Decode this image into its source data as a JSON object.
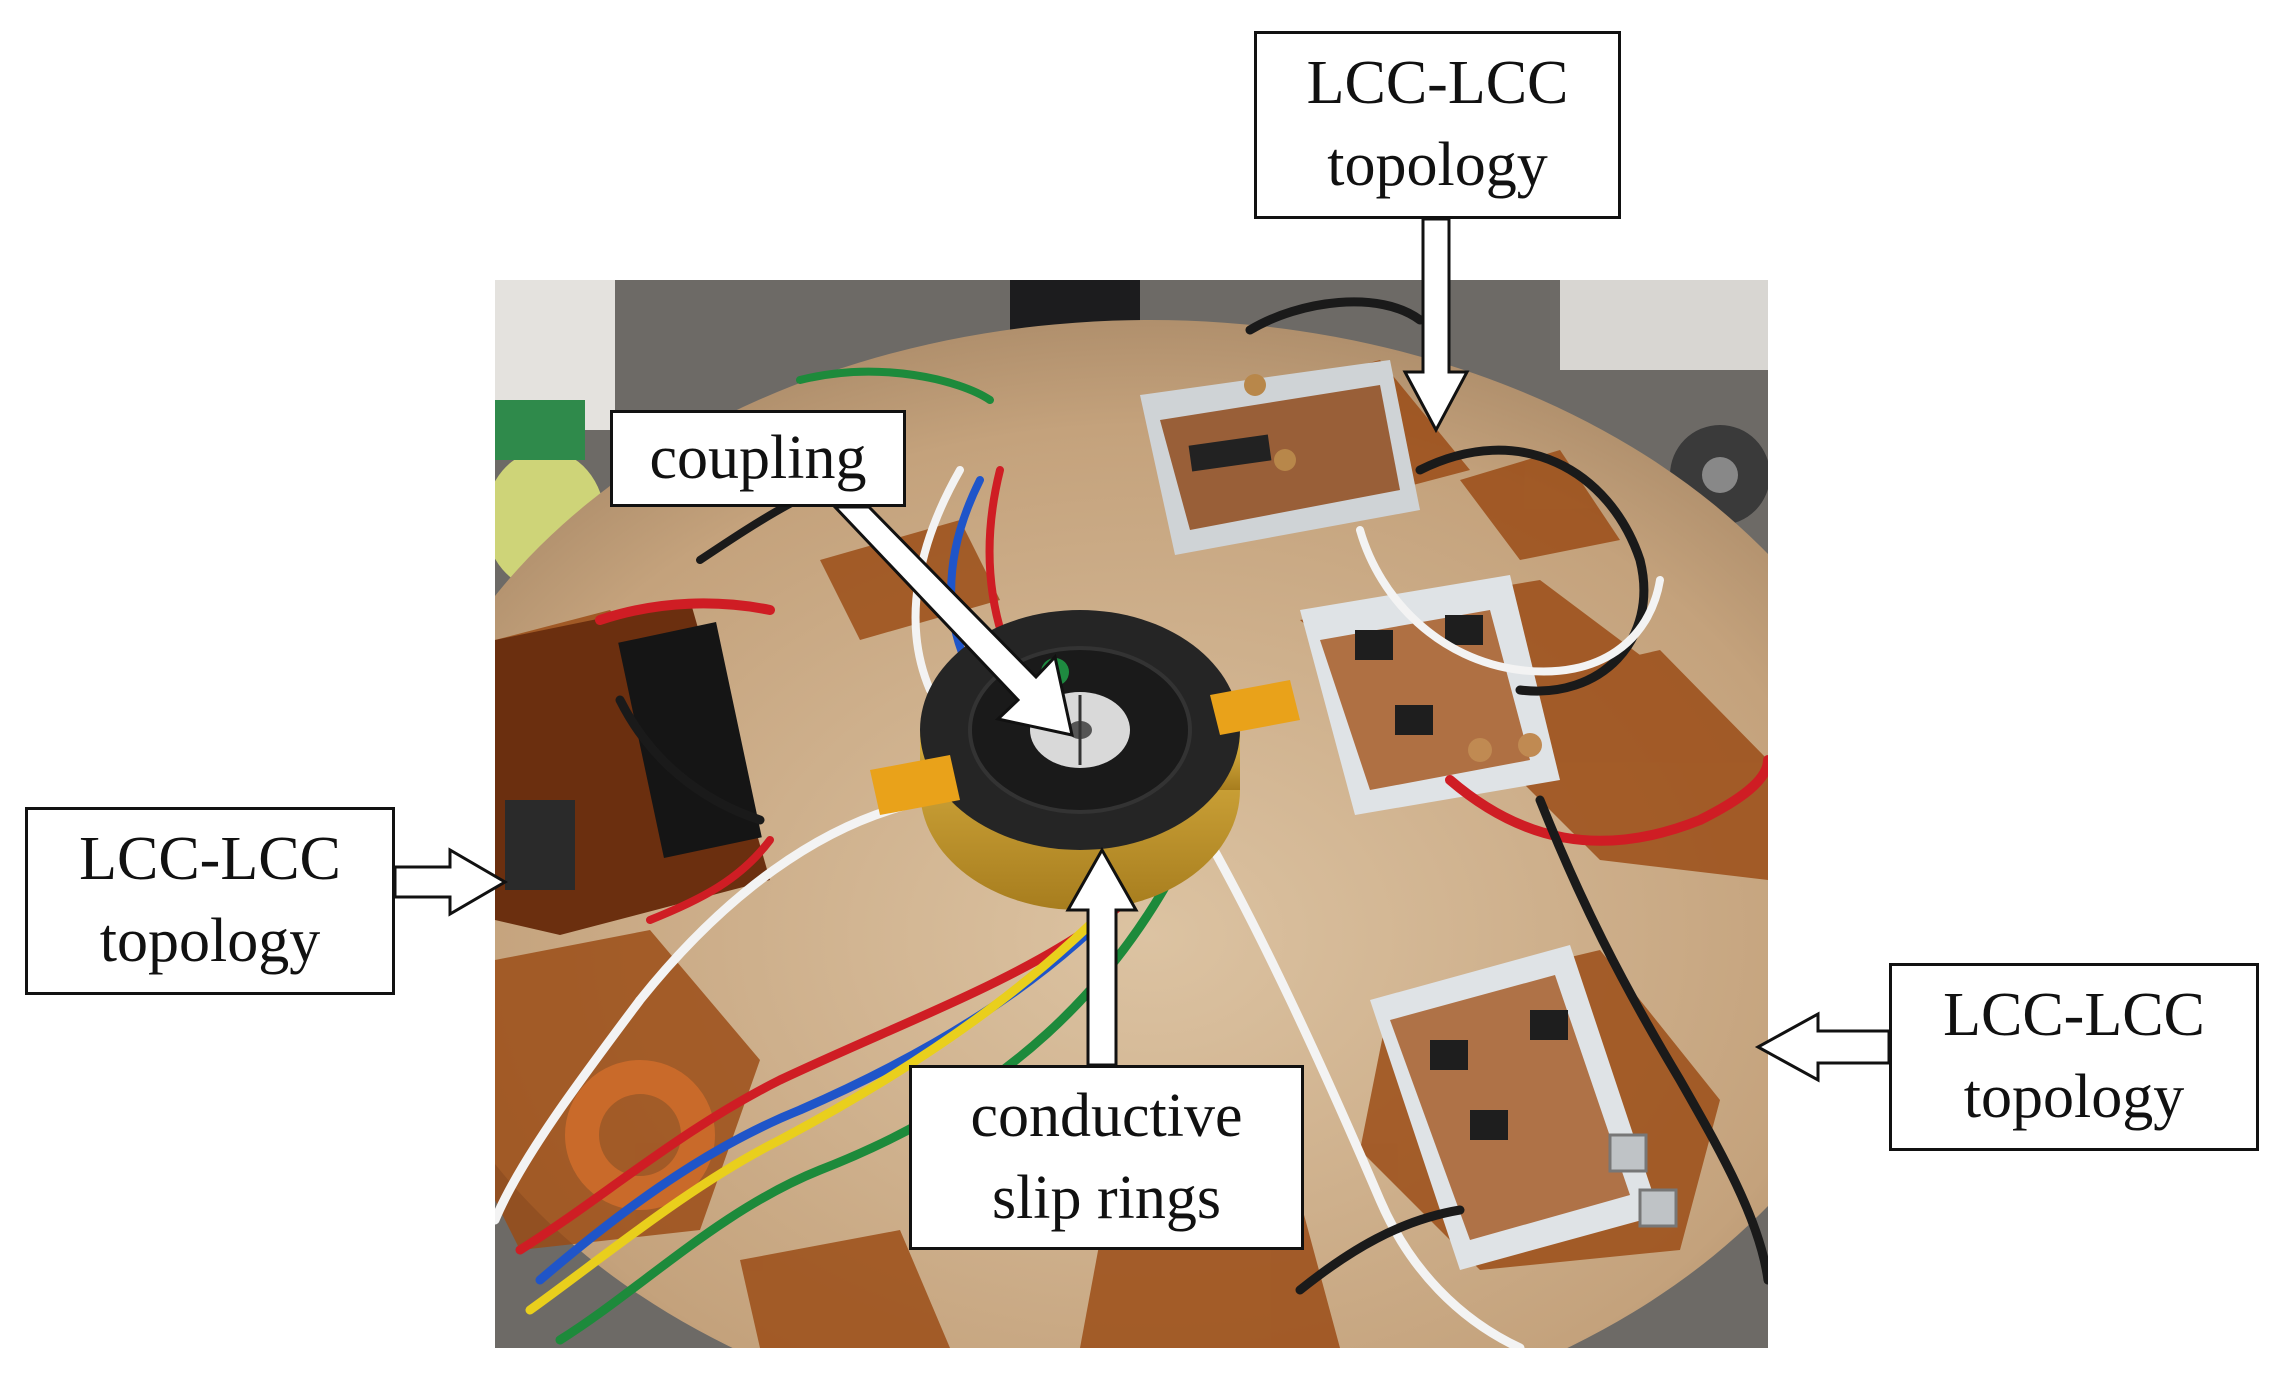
{
  "figure": {
    "labels": {
      "topology_top": {
        "line1": "LCC-LCC",
        "line2": "topology"
      },
      "topology_left": {
        "line1": "LCC-LCC",
        "line2": "topology"
      },
      "topology_right": {
        "line1": "LCC-LCC",
        "line2": "topology"
      },
      "coupling": "coupling",
      "slip_rings": {
        "line1": "conductive",
        "line2": "slip rings"
      }
    },
    "colors": {
      "table": "#c9ab88",
      "kapton_tape": "#9a4a14",
      "slip_ring_body": "#d3a53a",
      "coupler_disc": "#1e1e1e",
      "terminal_lug": "#e9a21a",
      "pcb": "#dfe3e6",
      "wire_red": "#cf1d24",
      "wire_blue": "#1f55c9",
      "wire_yellow": "#e9cf1c",
      "wire_green": "#1d8a3b",
      "wire_white": "#f3f3f3",
      "wire_black": "#1a1a1a",
      "arrow_outline": "#111111"
    }
  }
}
